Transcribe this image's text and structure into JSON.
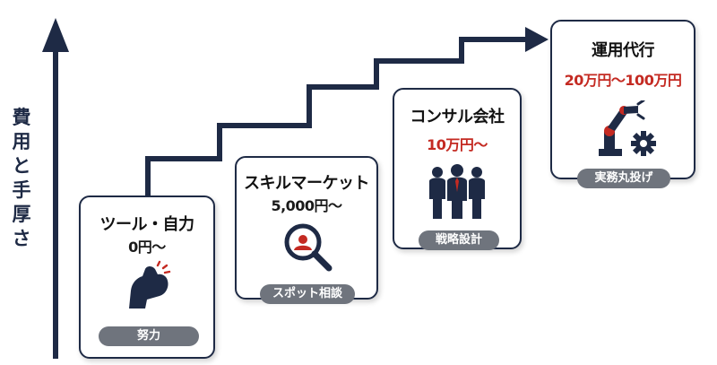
{
  "axis": {
    "label": "費用と手厚さ"
  },
  "steps": [
    {
      "title": "ツール・自力",
      "price": "0円〜",
      "badge": "努力",
      "icon": "flexed-arm-icon"
    },
    {
      "title": "スキルマーケット",
      "price": "5,000円〜",
      "badge": "スポット相談",
      "icon": "search-person-icon"
    },
    {
      "title": "コンサル会社",
      "price": "10万円〜",
      "badge": "戦略設計",
      "icon": "business-team-icon"
    },
    {
      "title": "運用代行",
      "price": "20万円〜100万円",
      "badge": "実務丸投げ",
      "icon": "robot-arm-gear-icon"
    }
  ],
  "colors": {
    "navy": "#1e2a45",
    "accent_red": "#c42a22",
    "badge_gray": "#6f747d"
  }
}
